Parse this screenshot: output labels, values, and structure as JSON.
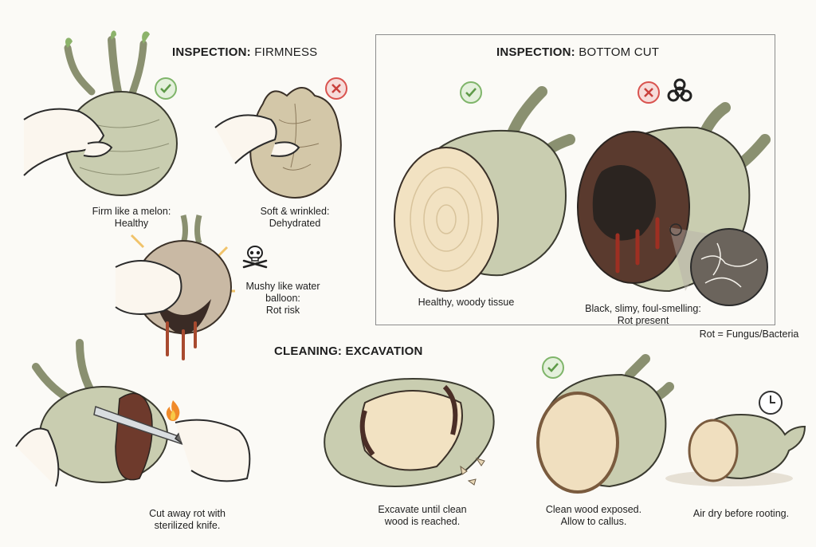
{
  "sections": {
    "firmness": {
      "bold": "INSPECTION:",
      "light": "FIRMNESS"
    },
    "bottom_cut": {
      "bold": "INSPECTION:",
      "light": "BOTTOM CUT"
    },
    "cleaning": {
      "bold": "CLEANING: EXCAVATION"
    }
  },
  "captions": {
    "firm": [
      "Firm like a melon:",
      "Healthy"
    ],
    "soft": [
      "Soft & wrinkled:",
      "Dehydrated"
    ],
    "mushy": [
      "Mushy like water",
      "balloon:",
      "Rot risk"
    ],
    "healthy_cut": [
      "Healthy, woody tissue"
    ],
    "rot_cut": [
      "Black, slimy, foul-smelling:",
      "Rot present"
    ],
    "rot_def": [
      "Rot = Fungus/Bacteria"
    ],
    "cut_away": [
      "Cut away rot with",
      "sterilized knife."
    ],
    "excavate": [
      "Excavate until clean",
      "wood is reached."
    ],
    "clean_wood": [
      "Clean wood exposed.",
      "Allow to callus."
    ],
    "air_dry": [
      "Air dry before rooting."
    ]
  },
  "colors": {
    "ok": "#7fb56a",
    "bad": "#d9534f",
    "tuber": "#c9cdb0",
    "rot": "#2b2420",
    "wood": "#f2e2c2"
  }
}
